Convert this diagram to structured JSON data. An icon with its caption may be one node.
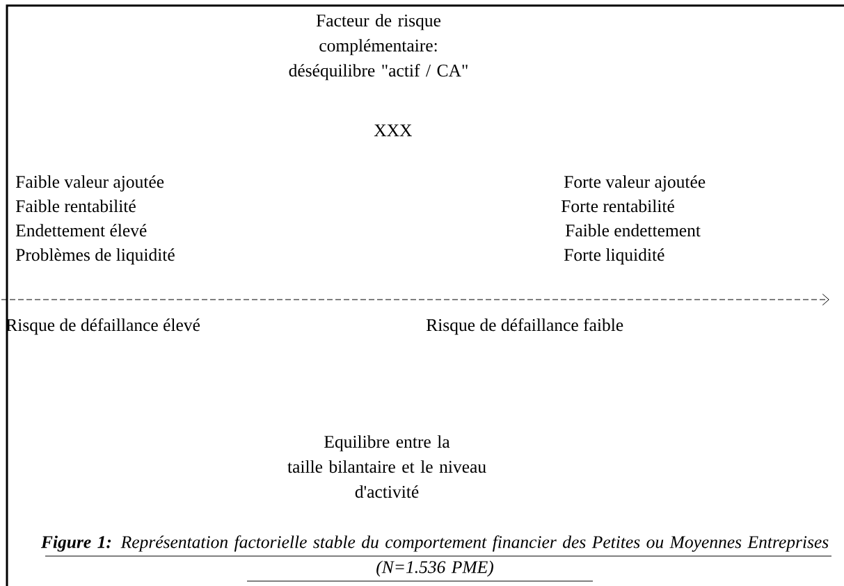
{
  "diagram": {
    "caption": "**Figure 1:** Représentation factorielle stable du comportement financier des Petites ou Moyennes Entreprises (N=1.536 PME)",
    "labels": [
      "Facteur de risque complémentaire: déséquilibre \"actif / CA\"",
      "XXX",
      "Faible valeur ajoutée",
      "Forte valeur ajoutée",
      "Faible rentabilité",
      "Forte rentabilité",
      "Endettement élevé",
      "Faible endettement",
      "Problèmes de liquidité",
      "Forte liquidité",
      "Risque de défaillance élevé",
      "Risque de défaillance faible",
      "Equilibre entre la taille bilantaire et le niveau d'activité"
    ]
  }
}
